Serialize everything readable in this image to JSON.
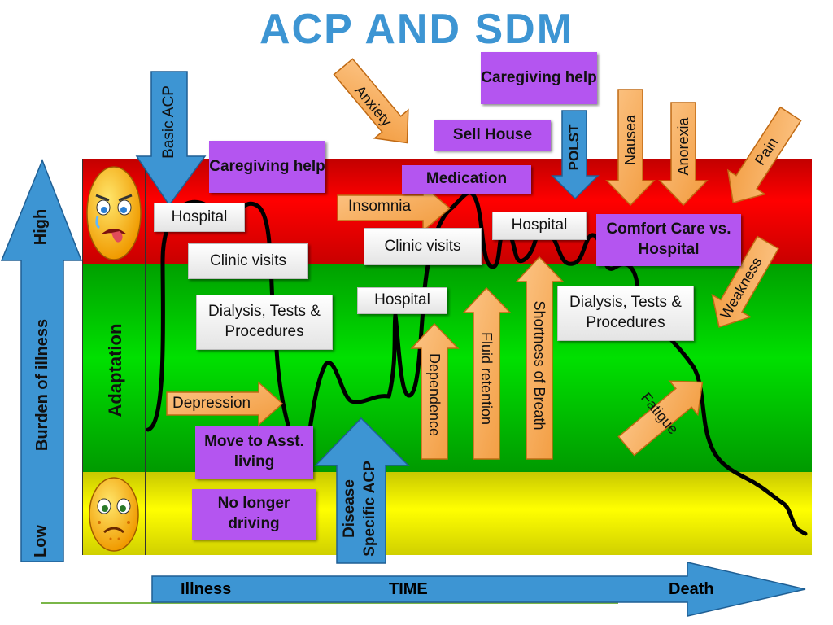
{
  "title": "ACP  AND  SDM",
  "y_axis": {
    "label": "Burden of illness",
    "high": "High",
    "low": "Low"
  },
  "band_label": "Adaptation",
  "time_axis": {
    "start": "Illness",
    "middle": "TIME",
    "end": "Death"
  },
  "blue_arrows": {
    "basic_acp": "Basic  ACP",
    "polst": "POLST",
    "disease_specific_line1": "Disease",
    "disease_specific_line2": "Specific ACP"
  },
  "purple_boxes": {
    "caregiving_left": "Caregiving help",
    "caregiving_top": "Caregiving help",
    "sell_house": "Sell House",
    "medication": "Medication",
    "comfort_care": "Comfort Care vs. Hospital",
    "move_asst": "Move to Asst. living",
    "no_driving": "No longer driving"
  },
  "white_boxes": {
    "hospital_1": "Hospital",
    "clinic_1": "Clinic visits",
    "dialysis_1": "Dialysis, Tests & Procedures",
    "clinic_2": "Clinic visits",
    "hospital_2": "Hospital",
    "hospital_3": "Hospital",
    "dialysis_2": "Dialysis, Tests & Procedures"
  },
  "symptom_arrows": {
    "anxiety": "Anxiety",
    "insomnia": "Insomnia",
    "depression": "Depression",
    "dependence": "Dependence",
    "fluid_retention": "Fluid retention",
    "shortness_of_breath": "Shortness of Breath",
    "nausea": "Nausea",
    "anorexia": "Anorexia",
    "pain": "Pain",
    "weakness": "Weakness",
    "fatigue": "Fatigue"
  },
  "colors": {
    "title": "#3d95d3",
    "blue_arrow": "#3d95d3",
    "orange_arrow": "#f5a352",
    "purple_box": "#b455f0",
    "red_band": "#ff0000",
    "green_band": "#00e000",
    "yellow_band": "#ffff00"
  }
}
